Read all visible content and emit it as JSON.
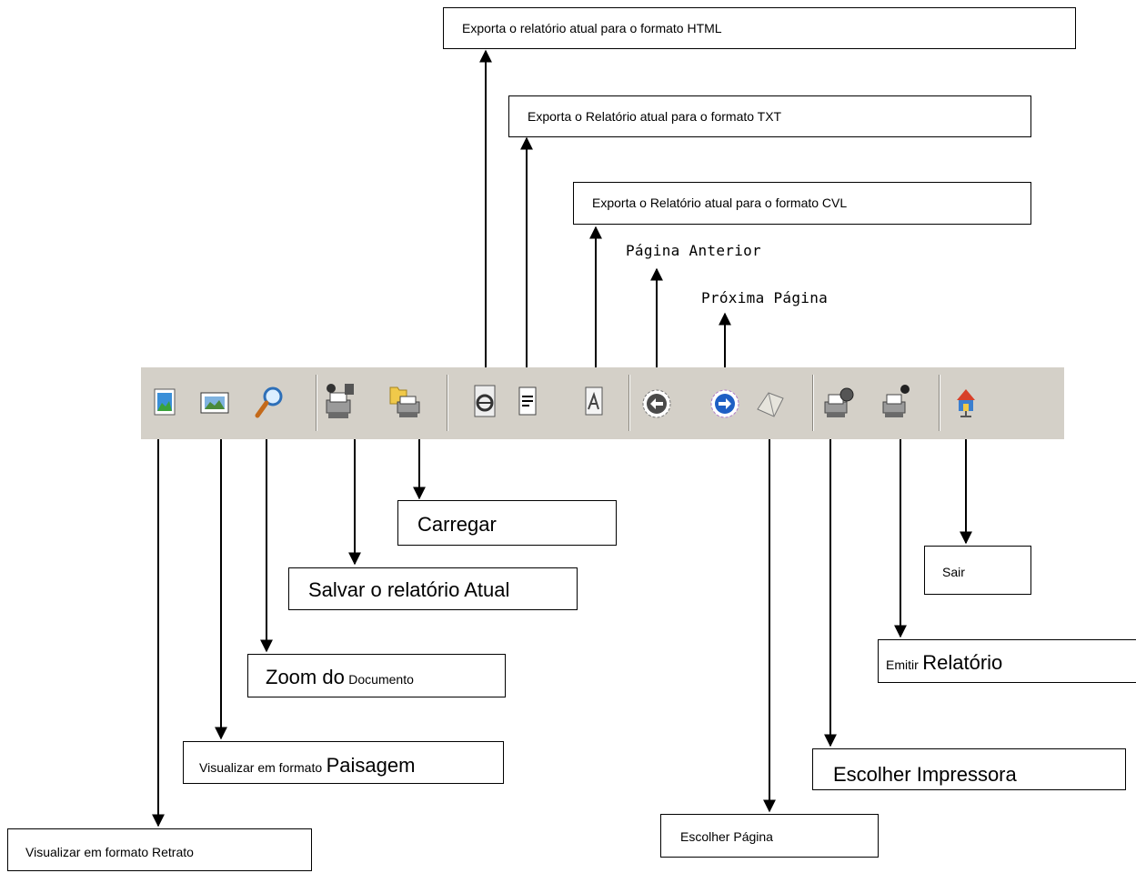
{
  "toolbar": {
    "buttons": [
      {
        "name": "portrait-view",
        "icon": "portrait-page-icon"
      },
      {
        "name": "landscape-view",
        "icon": "landscape-page-icon"
      },
      {
        "name": "zoom",
        "icon": "magnifier-icon"
      },
      {
        "name": "save-report",
        "icon": "printer-save-icon"
      },
      {
        "name": "load",
        "icon": "printer-folder-icon"
      },
      {
        "name": "export-html",
        "icon": "internet-explorer-icon"
      },
      {
        "name": "export-txt",
        "icon": "text-document-icon"
      },
      {
        "name": "export-cvl",
        "icon": "cvl-document-icon"
      },
      {
        "name": "previous-page",
        "icon": "arrow-left-circle-icon"
      },
      {
        "name": "next-page",
        "icon": "arrow-right-circle-icon"
      },
      {
        "name": "choose-page",
        "icon": "open-book-icon"
      },
      {
        "name": "choose-printer",
        "icon": "printer-globe-icon"
      },
      {
        "name": "print-report",
        "icon": "printer-check-icon"
      },
      {
        "name": "exit",
        "icon": "house-exit-icon"
      }
    ]
  },
  "callouts": {
    "export_html": "Exporta o relatório atual para o  formato HTML",
    "export_txt": "Exporta o Relatório atual para o formato TXT",
    "export_cvl": "Exporta o Relatório atual para o formato CVL",
    "previous_page": "Página Anterior",
    "next_page": "Próxima Página",
    "load": "Carregar",
    "save": "Salvar o relatório Atual",
    "zoom_big": "Zoom do",
    "zoom_small": "Documento",
    "landscape_small": "Visualizar em formato",
    "landscape_big": "Paisagem",
    "portrait": "Visualizar em formato Retrato",
    "choose_page": "Escolher Página",
    "choose_printer": "Escolher Impressora",
    "print_small": "Emitir",
    "print_big": "Relatório",
    "exit": "Sair"
  },
  "colors": {
    "toolbar_bg": "#d4d0c8",
    "arrow": "#000000",
    "nav_blue": "#1f5fc4"
  }
}
